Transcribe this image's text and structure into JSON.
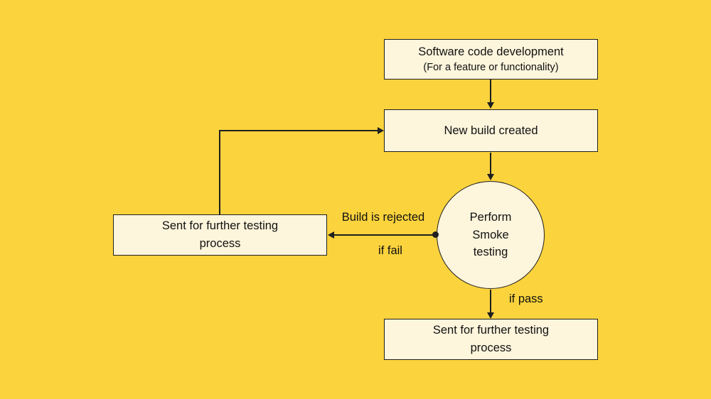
{
  "colors": {
    "background": "#FBD33D",
    "node_fill": "#FDF5DC",
    "stroke": "#1F1F1F",
    "text": "#111111"
  },
  "nodes": {
    "software_dev": {
      "title": "Software code development",
      "subtitle": "(For a feature or functionality)"
    },
    "new_build": {
      "label": "New build created"
    },
    "smoke_test": {
      "label": "Perform\nSmoke\ntesting"
    },
    "further_testing_left": {
      "label": "Sent for further testing\nprocess"
    },
    "further_testing_bottom": {
      "label": "Sent for further testing\nprocess"
    }
  },
  "edges": {
    "rejected_label": "Build is rejected",
    "fail_label": "if fail",
    "pass_label": "if pass"
  }
}
